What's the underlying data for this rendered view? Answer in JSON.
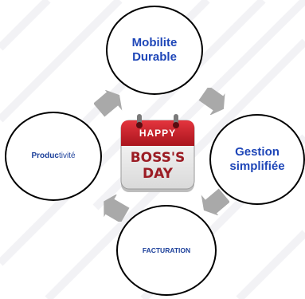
{
  "nodes": {
    "mobilite": {
      "line1": "Mobilite",
      "line2": "Durable"
    },
    "gestion": {
      "line1": "Gestion",
      "line2": "simplifiée"
    },
    "facturation": {
      "text": "FACTURATION"
    },
    "productivite": {
      "part1": "Produc",
      "part2": "tivité"
    }
  },
  "calendar": {
    "header": "HAPPY",
    "line1": "BOSS'S",
    "line2": "DAY"
  },
  "colors": {
    "node_text": "#1e46b8",
    "arrow": "#a9a9a9",
    "calendar_red": "#c8202a",
    "calendar_text": "#9b1c24"
  }
}
